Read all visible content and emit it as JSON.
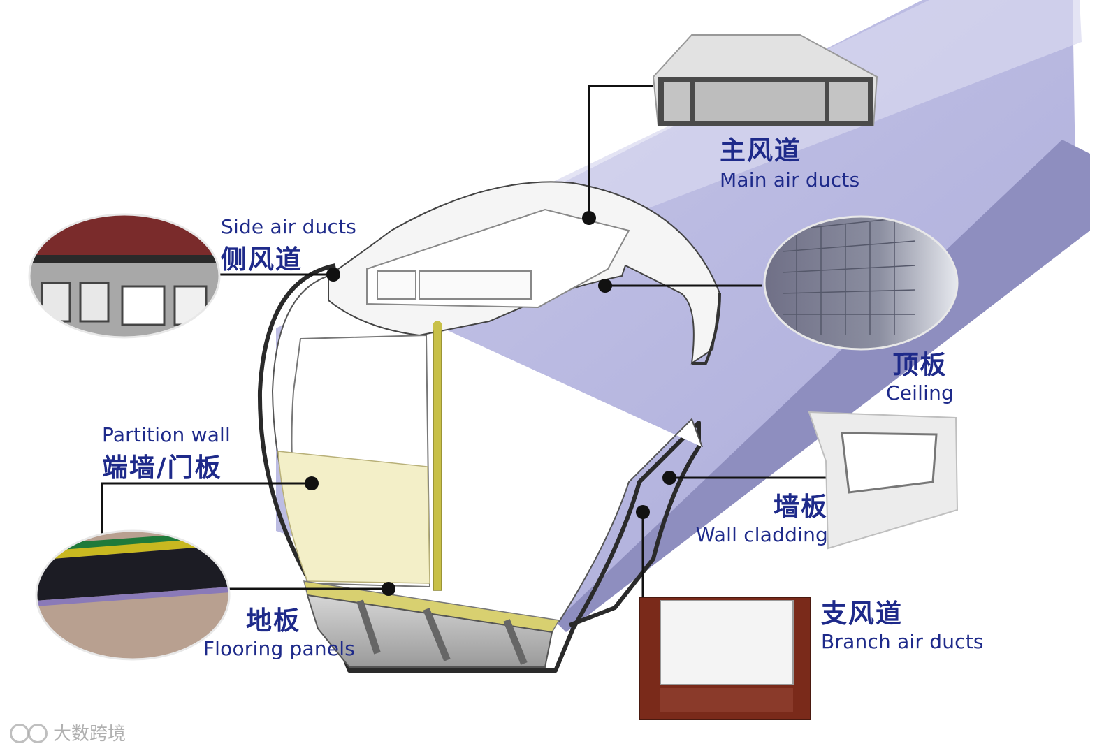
{
  "labels": {
    "main_air_ducts": {
      "zh": "主风道",
      "en": "Main air ducts"
    },
    "side_air_ducts": {
      "zh": "侧风道",
      "en": "Side air ducts"
    },
    "ceiling": {
      "zh": "顶板",
      "en": "Ceiling"
    },
    "partition_wall": {
      "zh": "端墙/门板",
      "en": "Partition wall"
    },
    "wall_cladding": {
      "zh": "墙板",
      "en": "Wall cladding"
    },
    "flooring_panels": {
      "zh": "地板",
      "en": "Flooring panels"
    },
    "branch_air_ducts": {
      "zh": "支风道",
      "en": "Branch air ducts"
    }
  },
  "watermark": {
    "text": "大数跨境"
  },
  "colors": {
    "label_text": "#1e2a8a",
    "shell_purple": "#b8b8e0",
    "shell_purple_dark": "#9c9cd0",
    "interior": "#ffffff",
    "partition_panel": "#f3efc8",
    "pole": "#c8c048",
    "leader_line": "#111111"
  }
}
